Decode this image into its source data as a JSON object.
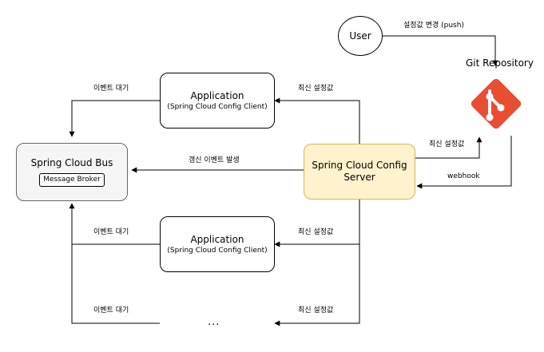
{
  "nodes": {
    "user": "User",
    "git_repository": "Git Repository",
    "app_top": {
      "title": "Application",
      "subtitle": "(Spring Cloud Config Client)"
    },
    "app_middle": {
      "title": "Application",
      "subtitle": "(Spring Cloud Config Client)"
    },
    "app_ellipsis": "...",
    "bus": {
      "title": "Spring Cloud Bus",
      "inner": "Message Broker"
    },
    "server": {
      "line1": "Spring Cloud Config",
      "line2": "Server"
    }
  },
  "edge_labels": {
    "user_push": "설정값 변경 (push)",
    "event_wait_top": "이벤트 대기",
    "latest_config_top": "최신 설정값",
    "refresh_event": "갱신 이벤트 발생",
    "latest_config_git": "최신 설정값",
    "webhook": "webhook",
    "event_wait_middle": "이벤트 대기",
    "latest_config_middle": "최신 설정값",
    "event_wait_bottom": "이벤트 대기",
    "latest_config_bottom": "최신 설정값"
  },
  "colors": {
    "git_brand": "#e84e31",
    "server_fill": "#fff2cc",
    "server_stroke": "#d6b656",
    "bus_fill": "#f5f5f5",
    "bus_stroke": "#666666"
  },
  "icons": {
    "git": "git-logo-icon"
  }
}
